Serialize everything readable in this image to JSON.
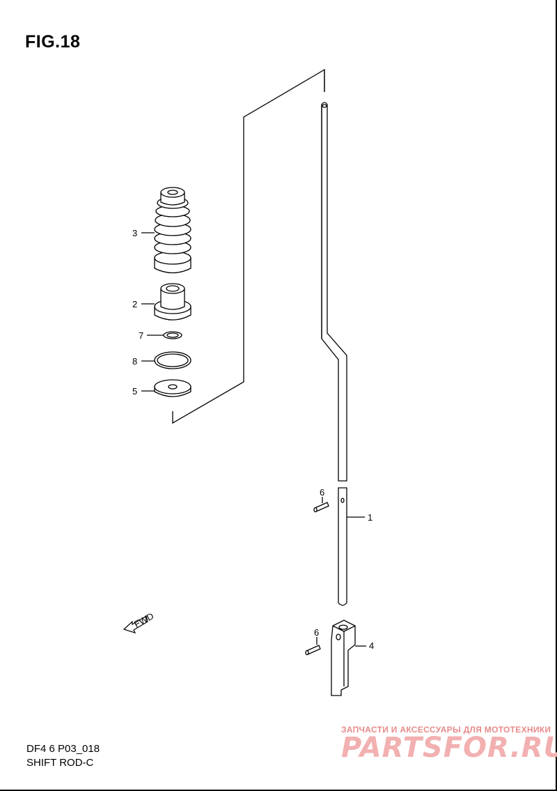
{
  "figure": {
    "title": "FIG.18"
  },
  "footer": {
    "model_code": "DF4 6 P03_018",
    "section_title": "SHIFT ROD-C"
  },
  "watermark": {
    "tagline": "ЗАПЧАСТИ И АКСЕССУАРЫ ДЛЯ МОТОТЕХНИКИ",
    "logo": "PARTSFOR.RU"
  },
  "fwd_indicator": {
    "label": "FWD"
  },
  "callouts": [
    {
      "id": "part-3",
      "number": "3"
    },
    {
      "id": "part-2",
      "number": "2"
    },
    {
      "id": "part-7",
      "number": "7"
    },
    {
      "id": "part-8",
      "number": "8"
    },
    {
      "id": "part-5",
      "number": "5"
    },
    {
      "id": "part-6-upper",
      "number": "6"
    },
    {
      "id": "part-1",
      "number": "1"
    },
    {
      "id": "part-6-lower",
      "number": "6"
    },
    {
      "id": "part-4",
      "number": "4"
    }
  ],
  "colors": {
    "line": "#000000",
    "watermark": "#f2b0b0"
  }
}
